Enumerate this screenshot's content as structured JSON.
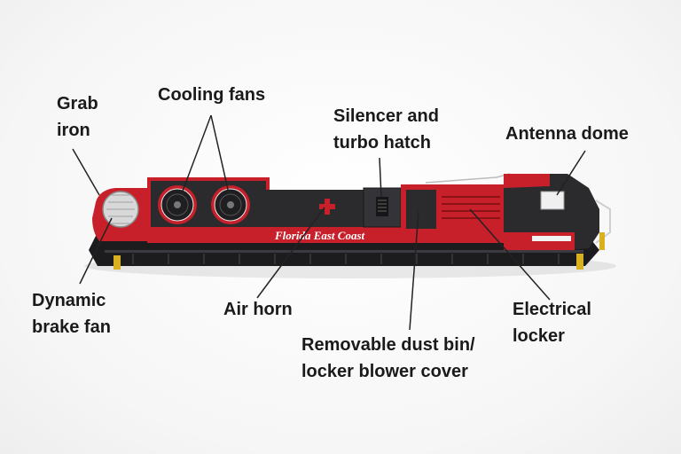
{
  "image": {
    "subject": "model locomotive viewed from above with component callouts",
    "livery_text": "Florida East Coast",
    "colors": {
      "background": "#f4f4f4",
      "body_red": "#c8202a",
      "body_dark": "#2b2b2e",
      "deck_black": "#1c1c1f",
      "label_text": "#1a1a1a",
      "leader_line": "#222222"
    }
  },
  "callouts": {
    "grab_iron": {
      "line1": "Grab",
      "line2": "iron"
    },
    "cooling_fans": {
      "line1": "Cooling fans"
    },
    "silencer": {
      "line1": "Silencer and",
      "line2": "turbo hatch"
    },
    "antenna_dome": {
      "line1": "Antenna dome"
    },
    "dynamic_brake_fan": {
      "line1": "Dynamic",
      "line2": "brake fan"
    },
    "air_horn": {
      "line1": "Air horn"
    },
    "dust_bin": {
      "line1": "Removable dust bin/",
      "line2": "locker blower cover"
    },
    "electrical_locker": {
      "line1": "Electrical",
      "line2": "locker"
    }
  }
}
